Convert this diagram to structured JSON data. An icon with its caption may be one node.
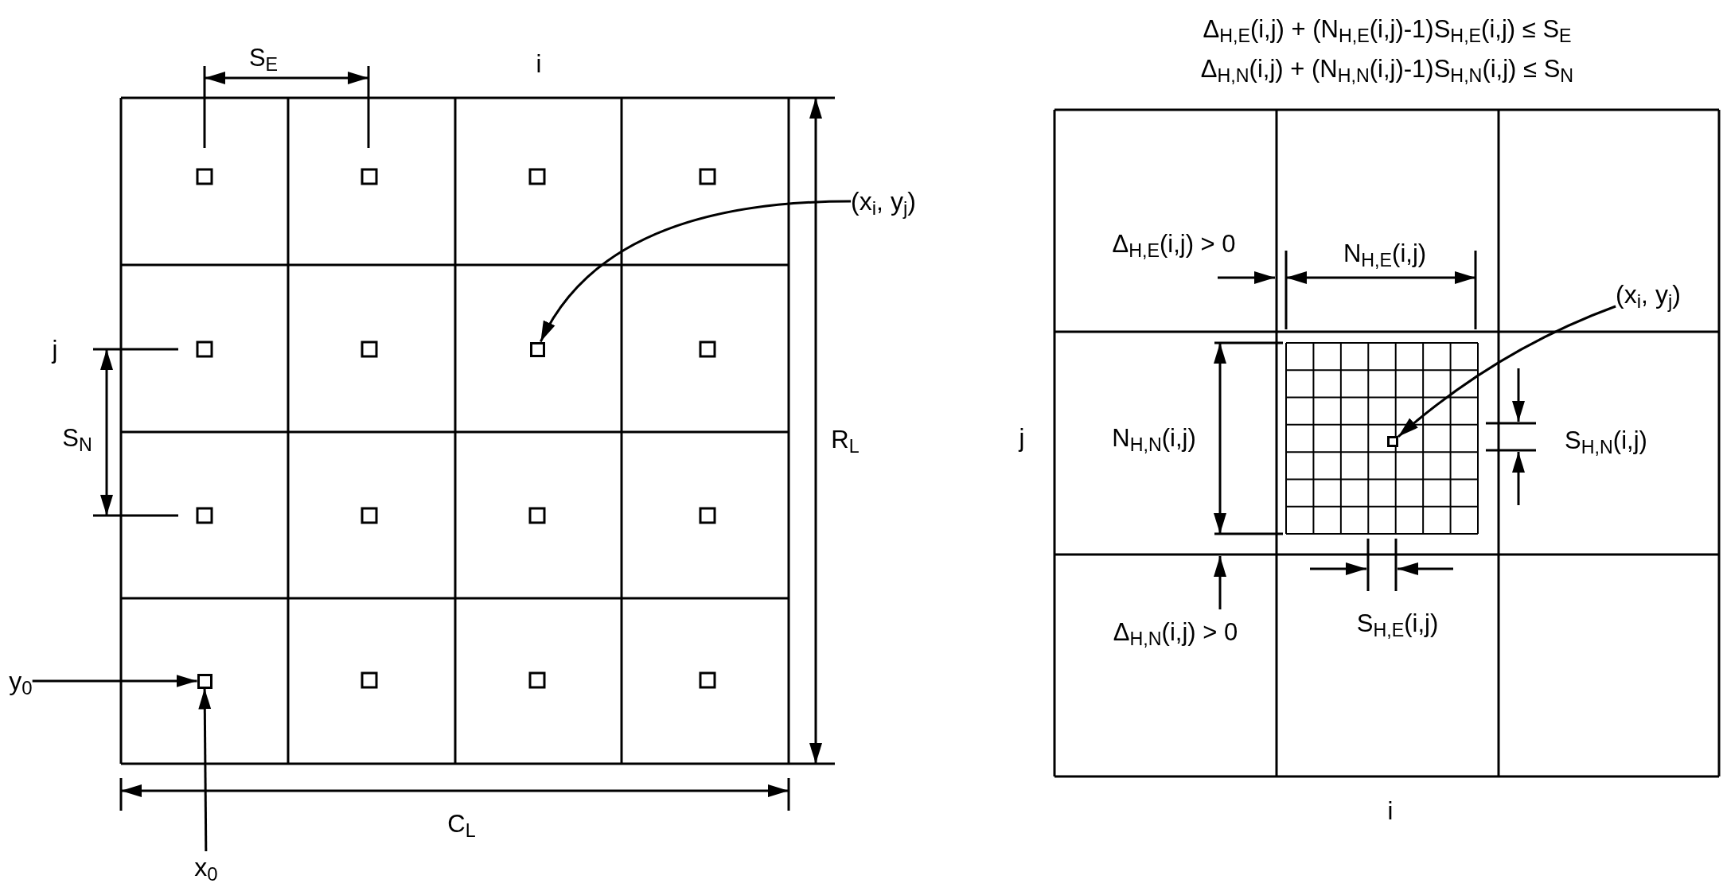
{
  "diagram": {
    "nodes": [
      {
        "text": [
          "(x$_{i}$, y$_{j}$)"
        ]
      },
      {
        "text": [],
        "shape": "box"
      },
      {
        "text": [
          "y$_{0}$"
        ]
      },
      {
        "text": [
          "x$_{0}$"
        ]
      },
      {
        "text": [],
        "shape": "box"
      },
      {
        "text": [
          "(x$_{i}$, y$_{j}$)"
        ]
      },
      {
        "text": [],
        "shape": "box"
      }
    ],
    "edges": [
      {
        "from": 0,
        "to": 1,
        "arrow": "to"
      },
      {
        "from": 2,
        "to": 4,
        "arrow": "to"
      },
      {
        "from": 3,
        "to": 4,
        "arrow": "to"
      },
      {
        "from": 5,
        "to": 6,
        "arrow": "to"
      }
    ],
    "labels": [
      "S$_{E}$",
      "i",
      "j",
      "S$_{N}$",
      "R$_{L}$",
      "C$_{L}$",
      "Δ$_{H,E}$(i,j) + (N$_{H,E}$(i,j)-1)S$_{H,E}$(i,j) ≤ S$_{E}$",
      "Δ$_{H,N}$(i,j) + (N$_{H,N}$(i,j)-1)S$_{H,N}$(i,j) ≤ S$_{N}$",
      "Δ$_{H,E}$(i,j) > 0",
      "N$_{H,E}$(i,j)",
      "j",
      "N$_{H,N}$(i,j)",
      "S$_{H,N}$(i,j)",
      "Δ$_{H,N}$(i,j) > 0",
      "S$_{H,E}$(i,j)",
      "i"
    ]
  }
}
